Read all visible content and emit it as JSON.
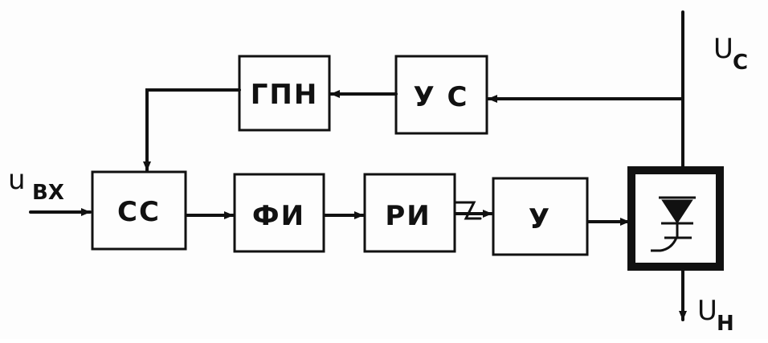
{
  "diagram": {
    "blocks": [
      {
        "id": "gpn",
        "label": "ГПН"
      },
      {
        "id": "us",
        "label": "У С"
      },
      {
        "id": "ss",
        "label": "СС"
      },
      {
        "id": "fi",
        "label": "ФИ"
      },
      {
        "id": "ri",
        "label": "РИ"
      },
      {
        "id": "u",
        "label": "У"
      }
    ],
    "signals": {
      "u_in": {
        "main": "u",
        "sub": "ВХ"
      },
      "u_c": {
        "main": "U",
        "sub": "С"
      },
      "u_n": {
        "main": "U",
        "sub": "Н"
      }
    },
    "colors": {
      "ink": "#111111",
      "paper": "#fdfdfd"
    }
  }
}
